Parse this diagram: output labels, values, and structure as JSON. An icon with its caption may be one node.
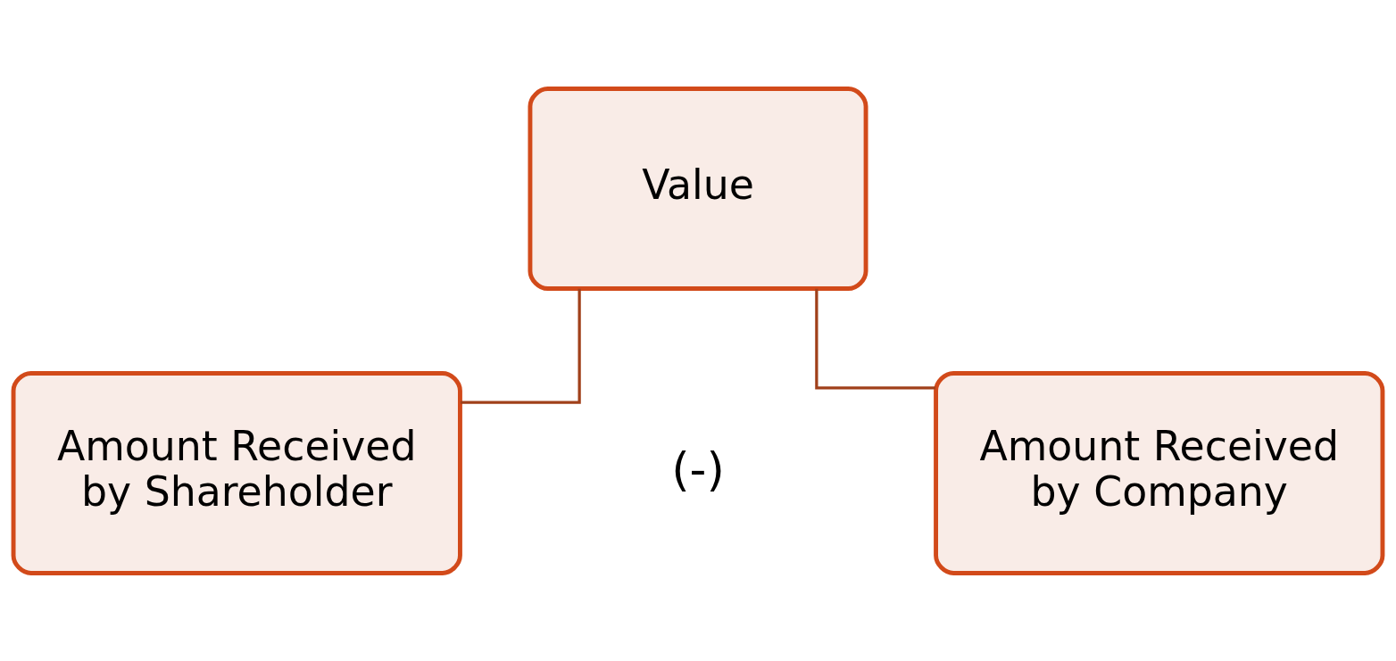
{
  "diagram": {
    "nodes": [
      {
        "text": [
          "Value"
        ]
      },
      {
        "text": [
          "Amount Received by Shareholder"
        ]
      },
      {
        "text": [
          "Amount Received by Company"
        ]
      }
    ],
    "edges": [
      {
        "from": 0,
        "to": 1,
        "arrow": "none"
      },
      {
        "from": 0,
        "to": 2,
        "arrow": "none"
      }
    ],
    "labels": [
      "(-)"
    ]
  }
}
